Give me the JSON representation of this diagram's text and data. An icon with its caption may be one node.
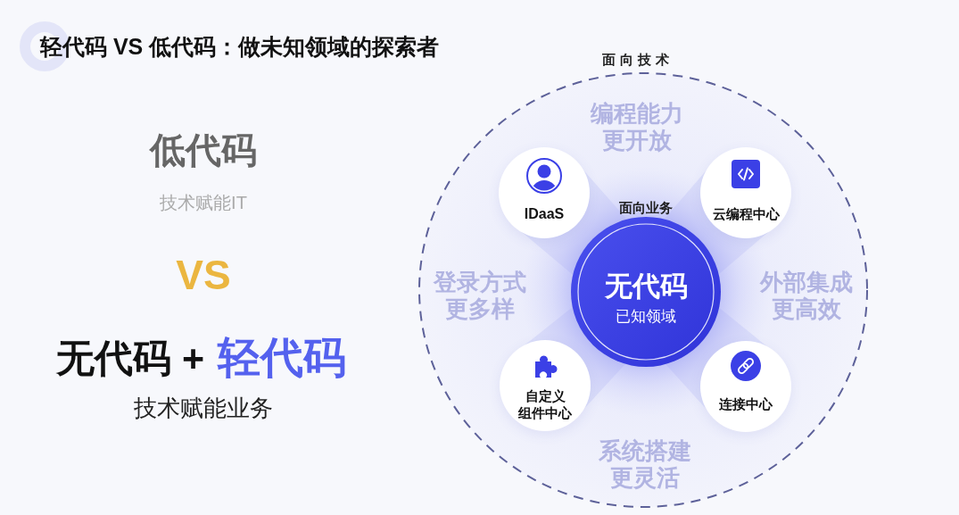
{
  "diagram": {
    "title": "轻代码 VS 低代码：做未知领域的探索者",
    "nodes": [
      {
        "text": [
          "面向技术",
          "编程能力更开放",
          "登录方式更多样",
          "外部集成更高效",
          "系统搭建更灵活"
        ]
      },
      {
        "text": [
          "IDaaS"
        ],
        "in": 0
      },
      {
        "text": [
          "云编程中心"
        ],
        "in": 0
      },
      {
        "text": [
          "面向业务",
          "无代码",
          "已知领域"
        ],
        "in": 0
      },
      {
        "text": [
          "自定义组件中心"
        ],
        "in": 0
      },
      {
        "text": [
          "连接中心"
        ],
        "in": 0
      }
    ],
    "labels": [
      "低代码",
      "技术赋能IT",
      "VS",
      "无代码 +",
      "轻代码",
      "技术赋能业务"
    ]
  }
}
